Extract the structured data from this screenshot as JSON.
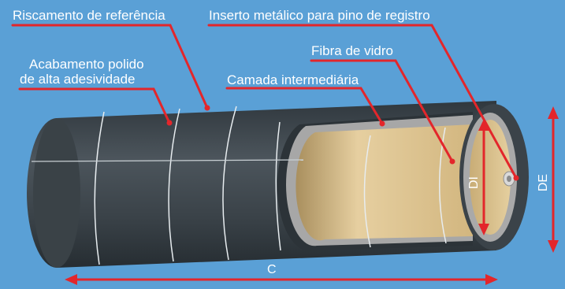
{
  "labels": {
    "reference_scoring": "Riscamento de referência",
    "metal_insert": "Inserto metálico para pino de registro",
    "finish_line1": "Acabamento polido",
    "finish_line2": "de alta adesividade",
    "fiberglass": "Fibra de vidro",
    "intermediate_layer": "Camada intermediária"
  },
  "dimensions": {
    "inner_diameter": "DI",
    "outer_diameter": "DE",
    "length": "C"
  },
  "colors": {
    "background": "#5aa0d6",
    "leader": "#e3262b",
    "tube": "#3f474d",
    "core": "#d7bd86",
    "intermediate": "#a7a7a7"
  }
}
